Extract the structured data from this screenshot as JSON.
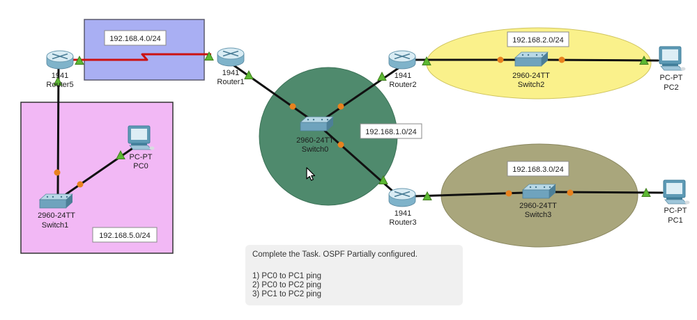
{
  "devices": {
    "router5": {
      "model": "1941",
      "name": "Router5"
    },
    "router1": {
      "model": "1941",
      "name": "Router1"
    },
    "router2": {
      "model": "1941",
      "name": "Router2"
    },
    "router3": {
      "model": "1941",
      "name": "Router3"
    },
    "switch0": {
      "model": "2960-24TT",
      "name": "Switch0"
    },
    "switch1": {
      "model": "2960-24TT",
      "name": "Switch1"
    },
    "switch2": {
      "model": "2960-24TT",
      "name": "Switch2"
    },
    "switch3": {
      "model": "2960-24TT",
      "name": "Switch3"
    },
    "pc0": {
      "model": "PC-PT",
      "name": "PC0"
    },
    "pc1": {
      "model": "PC-PT",
      "name": "PC1"
    },
    "pc2": {
      "model": "PC-PT",
      "name": "PC2"
    }
  },
  "networks": {
    "net1": {
      "cidr": "192.168.1.0/24"
    },
    "net2": {
      "cidr": "192.168.2.0/24"
    },
    "net3": {
      "cidr": "192.168.3.0/24"
    },
    "net4": {
      "cidr": "192.168.4.0/24"
    },
    "net5": {
      "cidr": "192.168.5.0/24"
    }
  },
  "task": {
    "title": "Complete the Task. OSPF Partially configured.",
    "items": [
      "1) PC0 to PC1 ping",
      "2) PC0 to PC2 ping",
      "3) PC1 to PC2 ping"
    ]
  },
  "colors": {
    "green_area": "#4f8a6d",
    "yellow_area": "#faf18b",
    "olive_area": "#a9a67c",
    "purple_area": "#a9aff3",
    "pink_area": "#f2b8f5",
    "serial_link": "#cc1111",
    "ethernet_link": "#111111",
    "port_dot": "#e8821e",
    "status_triangle": "#5cb833"
  }
}
